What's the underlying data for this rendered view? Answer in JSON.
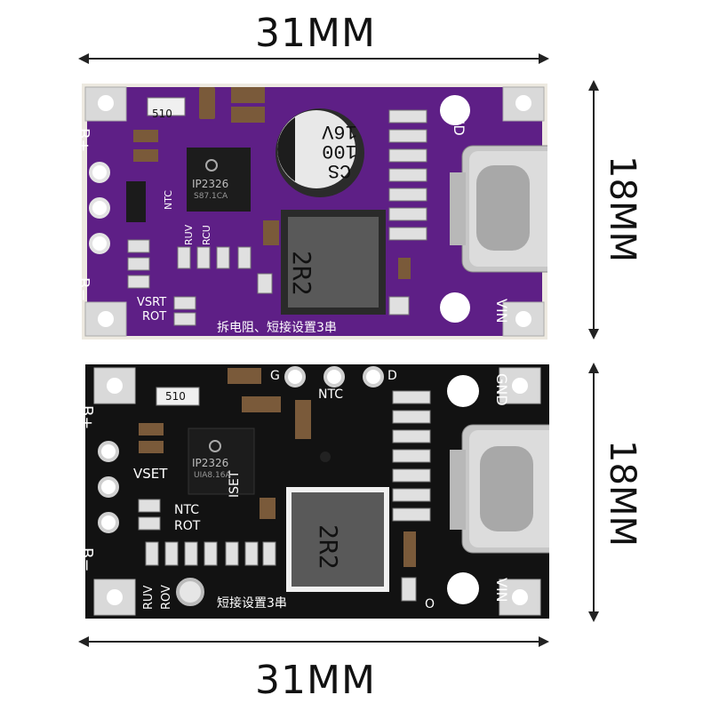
{
  "dimensions": {
    "top_width": "31MM",
    "top_height": "18MM",
    "bottom_width": "31MM",
    "bottom_height": "18MM"
  },
  "colors": {
    "purple_pcb": "#5e1f86",
    "black_pcb": "#121212",
    "silkscreen": "#ffffff",
    "pad_silver": "#d9d9d9"
  },
  "purple_board": {
    "labels": {
      "gnd": "GND",
      "vin": "VIN",
      "b_plus": "B+",
      "b_minus": "B−",
      "ntc": "NTC",
      "ruv": "RUV",
      "rcu": "RCU",
      "vsrt": "VSRT",
      "rot": "ROT",
      "cap_line1": "CS",
      "cap_line2": "100",
      "cap_line3": "16V",
      "chip_name": "IP2326",
      "chip_code": "S87.1CA",
      "inductor": "2R2",
      "r510": "510",
      "footer_text": "拆电阻、短接设置3串"
    }
  },
  "black_board": {
    "labels": {
      "gnd": "GND",
      "vin": "VIN",
      "b_plus": "B+",
      "b_minus": "B−",
      "g": "G",
      "ntc_top": "NTC",
      "d": "D",
      "vset": "VSET",
      "ntc": "NTC",
      "rot": "ROT",
      "iset": "ISET",
      "ruv": "RUV",
      "rov": "ROV",
      "chip_name": "IP2326",
      "chip_code": "UIA8.16A",
      "inductor": "2R2",
      "r510": "510",
      "footer_text": "短接设置3串",
      "o": "O"
    }
  }
}
